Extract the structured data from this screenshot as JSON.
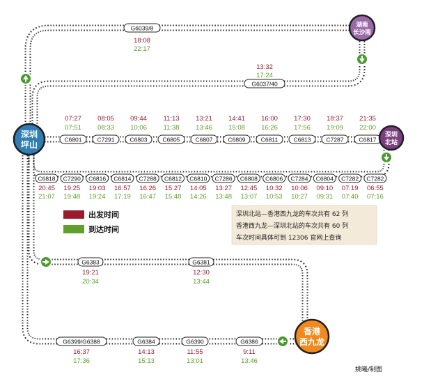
{
  "stations": {
    "shenzhen_pingshan": {
      "name_line1": "深圳",
      "name_line2": "坪山",
      "color": "#2f7db3"
    },
    "hunan_changsha": {
      "name_line1": "湖南",
      "name_line2": "长沙南",
      "color": "#9a6aa8"
    },
    "shenzhen_north": {
      "name_line1": "深圳",
      "name_line2": "北站",
      "color": "#7b3f7f"
    },
    "hk_west_kowloon": {
      "name_line1": "香港",
      "name_line2": "西九龙",
      "color": "#f08a1e"
    }
  },
  "routes": {
    "top_outer": {
      "train": "G6039/8",
      "depart": "18:08",
      "arrive": "22:17"
    },
    "top_inner": {
      "train": "G6037/40",
      "depart": "13:32",
      "arrive": "17:24"
    },
    "upper_row": [
      {
        "train": "C6801",
        "depart": "07:27",
        "arrive": "07:51"
      },
      {
        "train": "C7291",
        "depart": "08:05",
        "arrive": "08:33"
      },
      {
        "train": "C6803",
        "depart": "09:44",
        "arrive": "10:06"
      },
      {
        "train": "C6805",
        "depart": "11:13",
        "arrive": "11:38"
      },
      {
        "train": "C6807",
        "depart": "13:21",
        "arrive": "13:46"
      },
      {
        "train": "C6809",
        "depart": "14:41",
        "arrive": "15:08"
      },
      {
        "train": "C6811",
        "depart": "16:00",
        "arrive": "16:26"
      },
      {
        "train": "C6813",
        "depart": "17:30",
        "arrive": "17:56"
      },
      {
        "train": "C7287",
        "depart": "18:37",
        "arrive": "19:09"
      },
      {
        "train": "C6817",
        "depart": "21:35",
        "arrive": "22:00"
      }
    ],
    "lower_row": [
      {
        "train": "C6818",
        "depart": "20:45",
        "arrive": "21:07"
      },
      {
        "train": "C7290",
        "depart": "19:25",
        "arrive": "19:48"
      },
      {
        "train": "C6816",
        "depart": "19:03",
        "arrive": "19:24"
      },
      {
        "train": "C6814",
        "depart": "16:57",
        "arrive": "17:19"
      },
      {
        "train": "C7288",
        "depart": "16:26",
        "arrive": "16:47"
      },
      {
        "train": "C6812",
        "depart": "15:27",
        "arrive": "15:48"
      },
      {
        "train": "C6810",
        "depart": "14:05",
        "arrive": "14:26"
      },
      {
        "train": "C7286",
        "depart": "13:27",
        "arrive": "13:48"
      },
      {
        "train": "C6808",
        "depart": "12:45",
        "arrive": "13:07"
      },
      {
        "train": "C6806",
        "depart": "10:32",
        "arrive": "10:53"
      },
      {
        "train": "C7284",
        "depart": "10:06",
        "arrive": "10:27"
      },
      {
        "train": "C6804",
        "depart": "09:10",
        "arrive": "09:31"
      },
      {
        "train": "C7282",
        "depart": "07:19",
        "arrive": "07:40"
      },
      {
        "train": "C7282",
        "depart": "06:55",
        "arrive": "07:16"
      }
    ],
    "hk_upper": [
      {
        "train": "G6383",
        "depart": "19:21",
        "arrive": "20:34"
      },
      {
        "train": "G6381",
        "depart": "12:30",
        "arrive": "13:44"
      }
    ],
    "hk_lower": [
      {
        "train": "G6399/G6388",
        "depart": "16:37",
        "arrive": "17:36"
      },
      {
        "train": "G6384",
        "depart": "14:13",
        "arrive": "15:13"
      },
      {
        "train": "G6390",
        "depart": "11:55",
        "arrive": "13:01"
      },
      {
        "train": "G6386",
        "depart": "9:11",
        "arrive": "13:46"
      }
    ]
  },
  "legend": {
    "depart_label": "出发时间",
    "arrive_label": "到达时间",
    "depart_color": "#9b1b2e",
    "arrive_color": "#5fa02a"
  },
  "note": {
    "line1": "深圳北站—香港西九龙的车次共有 62 列",
    "line2": "香港西九龙—深圳北站的车次共有 60 列",
    "line3": "车次时间具体可到 12306 官网上查询"
  },
  "credit": "姚曦/制图"
}
